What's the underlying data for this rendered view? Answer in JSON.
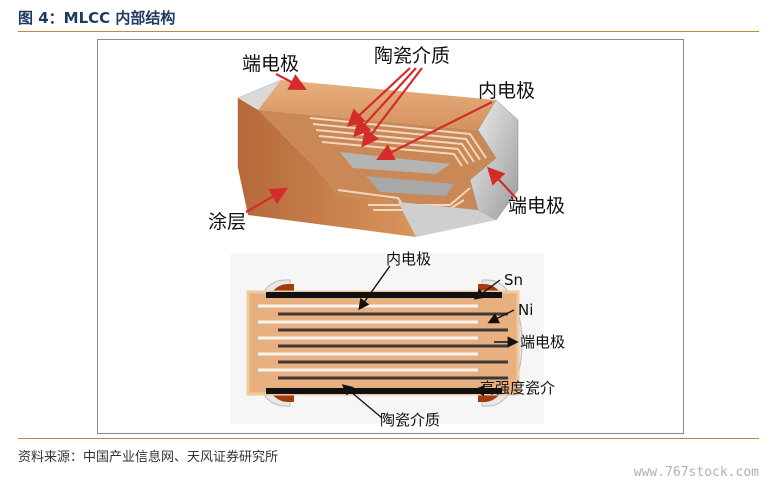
{
  "header": {
    "title": "图 4：MLCC 内部结构"
  },
  "diagram_top": {
    "labels": {
      "terminal_left": "端电极",
      "ceramic": "陶瓷介质",
      "inner_electrode": "内电极",
      "terminal_right": "端电极",
      "coating": "涂层"
    }
  },
  "diagram_bottom": {
    "labels": {
      "inner_electrode": "内电极",
      "sn": "Sn",
      "ni": "Ni",
      "terminal": "端电极",
      "ceramic_hs": "高强度瓷介",
      "ceramic": "陶瓷介质"
    }
  },
  "footer": {
    "source": "资料来源：中国产业信息网、天风证券研究所",
    "watermark": "www.767stock.com"
  },
  "colors": {
    "title": "#1f3a5f",
    "rule": "#c08a3e",
    "arrow": "#d42b2b",
    "ceramic": "#d9955c",
    "terminal": "#a33a10"
  }
}
